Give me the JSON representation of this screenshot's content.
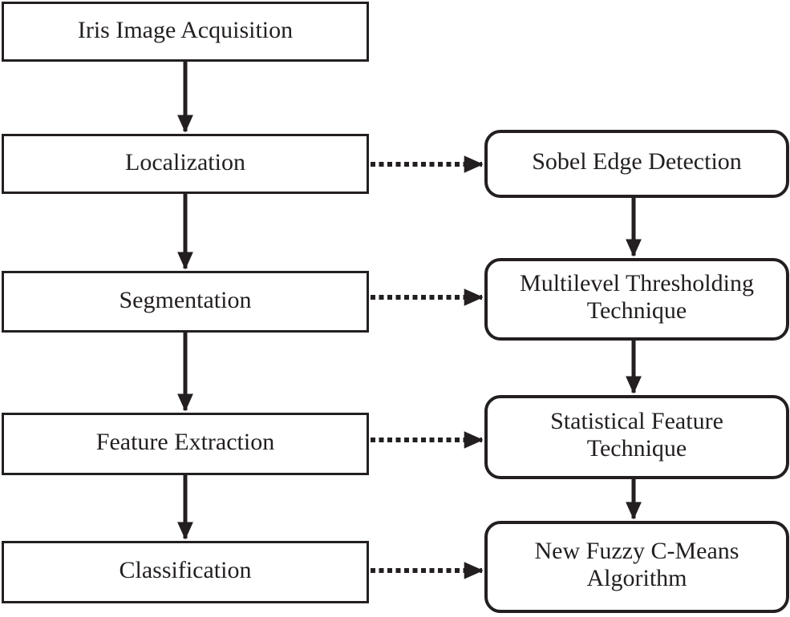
{
  "flowchart": {
    "left_column": [
      {
        "label": "Iris Image Acquisition"
      },
      {
        "label": "Localization"
      },
      {
        "label": "Segmentation"
      },
      {
        "label": "Feature Extraction"
      },
      {
        "label": "Classification"
      }
    ],
    "right_column": [
      {
        "label": "Sobel Edge Detection"
      },
      {
        "label": "Multilevel Thresholding Technique"
      },
      {
        "label": "Statistical Feature Technique"
      },
      {
        "label": "New Fuzzy C-Means Algorithm"
      }
    ],
    "edges": [
      {
        "from": "Iris Image Acquisition",
        "to": "Localization",
        "style": "solid"
      },
      {
        "from": "Localization",
        "to": "Segmentation",
        "style": "solid"
      },
      {
        "from": "Segmentation",
        "to": "Feature Extraction",
        "style": "solid"
      },
      {
        "from": "Feature Extraction",
        "to": "Classification",
        "style": "solid"
      },
      {
        "from": "Localization",
        "to": "Sobel Edge Detection",
        "style": "dotted"
      },
      {
        "from": "Segmentation",
        "to": "Multilevel Thresholding Technique",
        "style": "dotted"
      },
      {
        "from": "Feature Extraction",
        "to": "Statistical Feature Technique",
        "style": "dotted"
      },
      {
        "from": "Classification",
        "to": "New Fuzzy C-Means Algorithm",
        "style": "dotted"
      },
      {
        "from": "Sobel Edge Detection",
        "to": "Multilevel Thresholding Technique",
        "style": "solid"
      },
      {
        "from": "Multilevel Thresholding Technique",
        "to": "Statistical Feature Technique",
        "style": "solid"
      },
      {
        "from": "Statistical Feature Technique",
        "to": "New Fuzzy C-Means Algorithm",
        "style": "solid"
      }
    ],
    "colors": {
      "line": "#231f20",
      "box_border": "#231f20",
      "box_fill": "#ffffff",
      "text": "#231f20",
      "background": "#ffffff"
    }
  }
}
